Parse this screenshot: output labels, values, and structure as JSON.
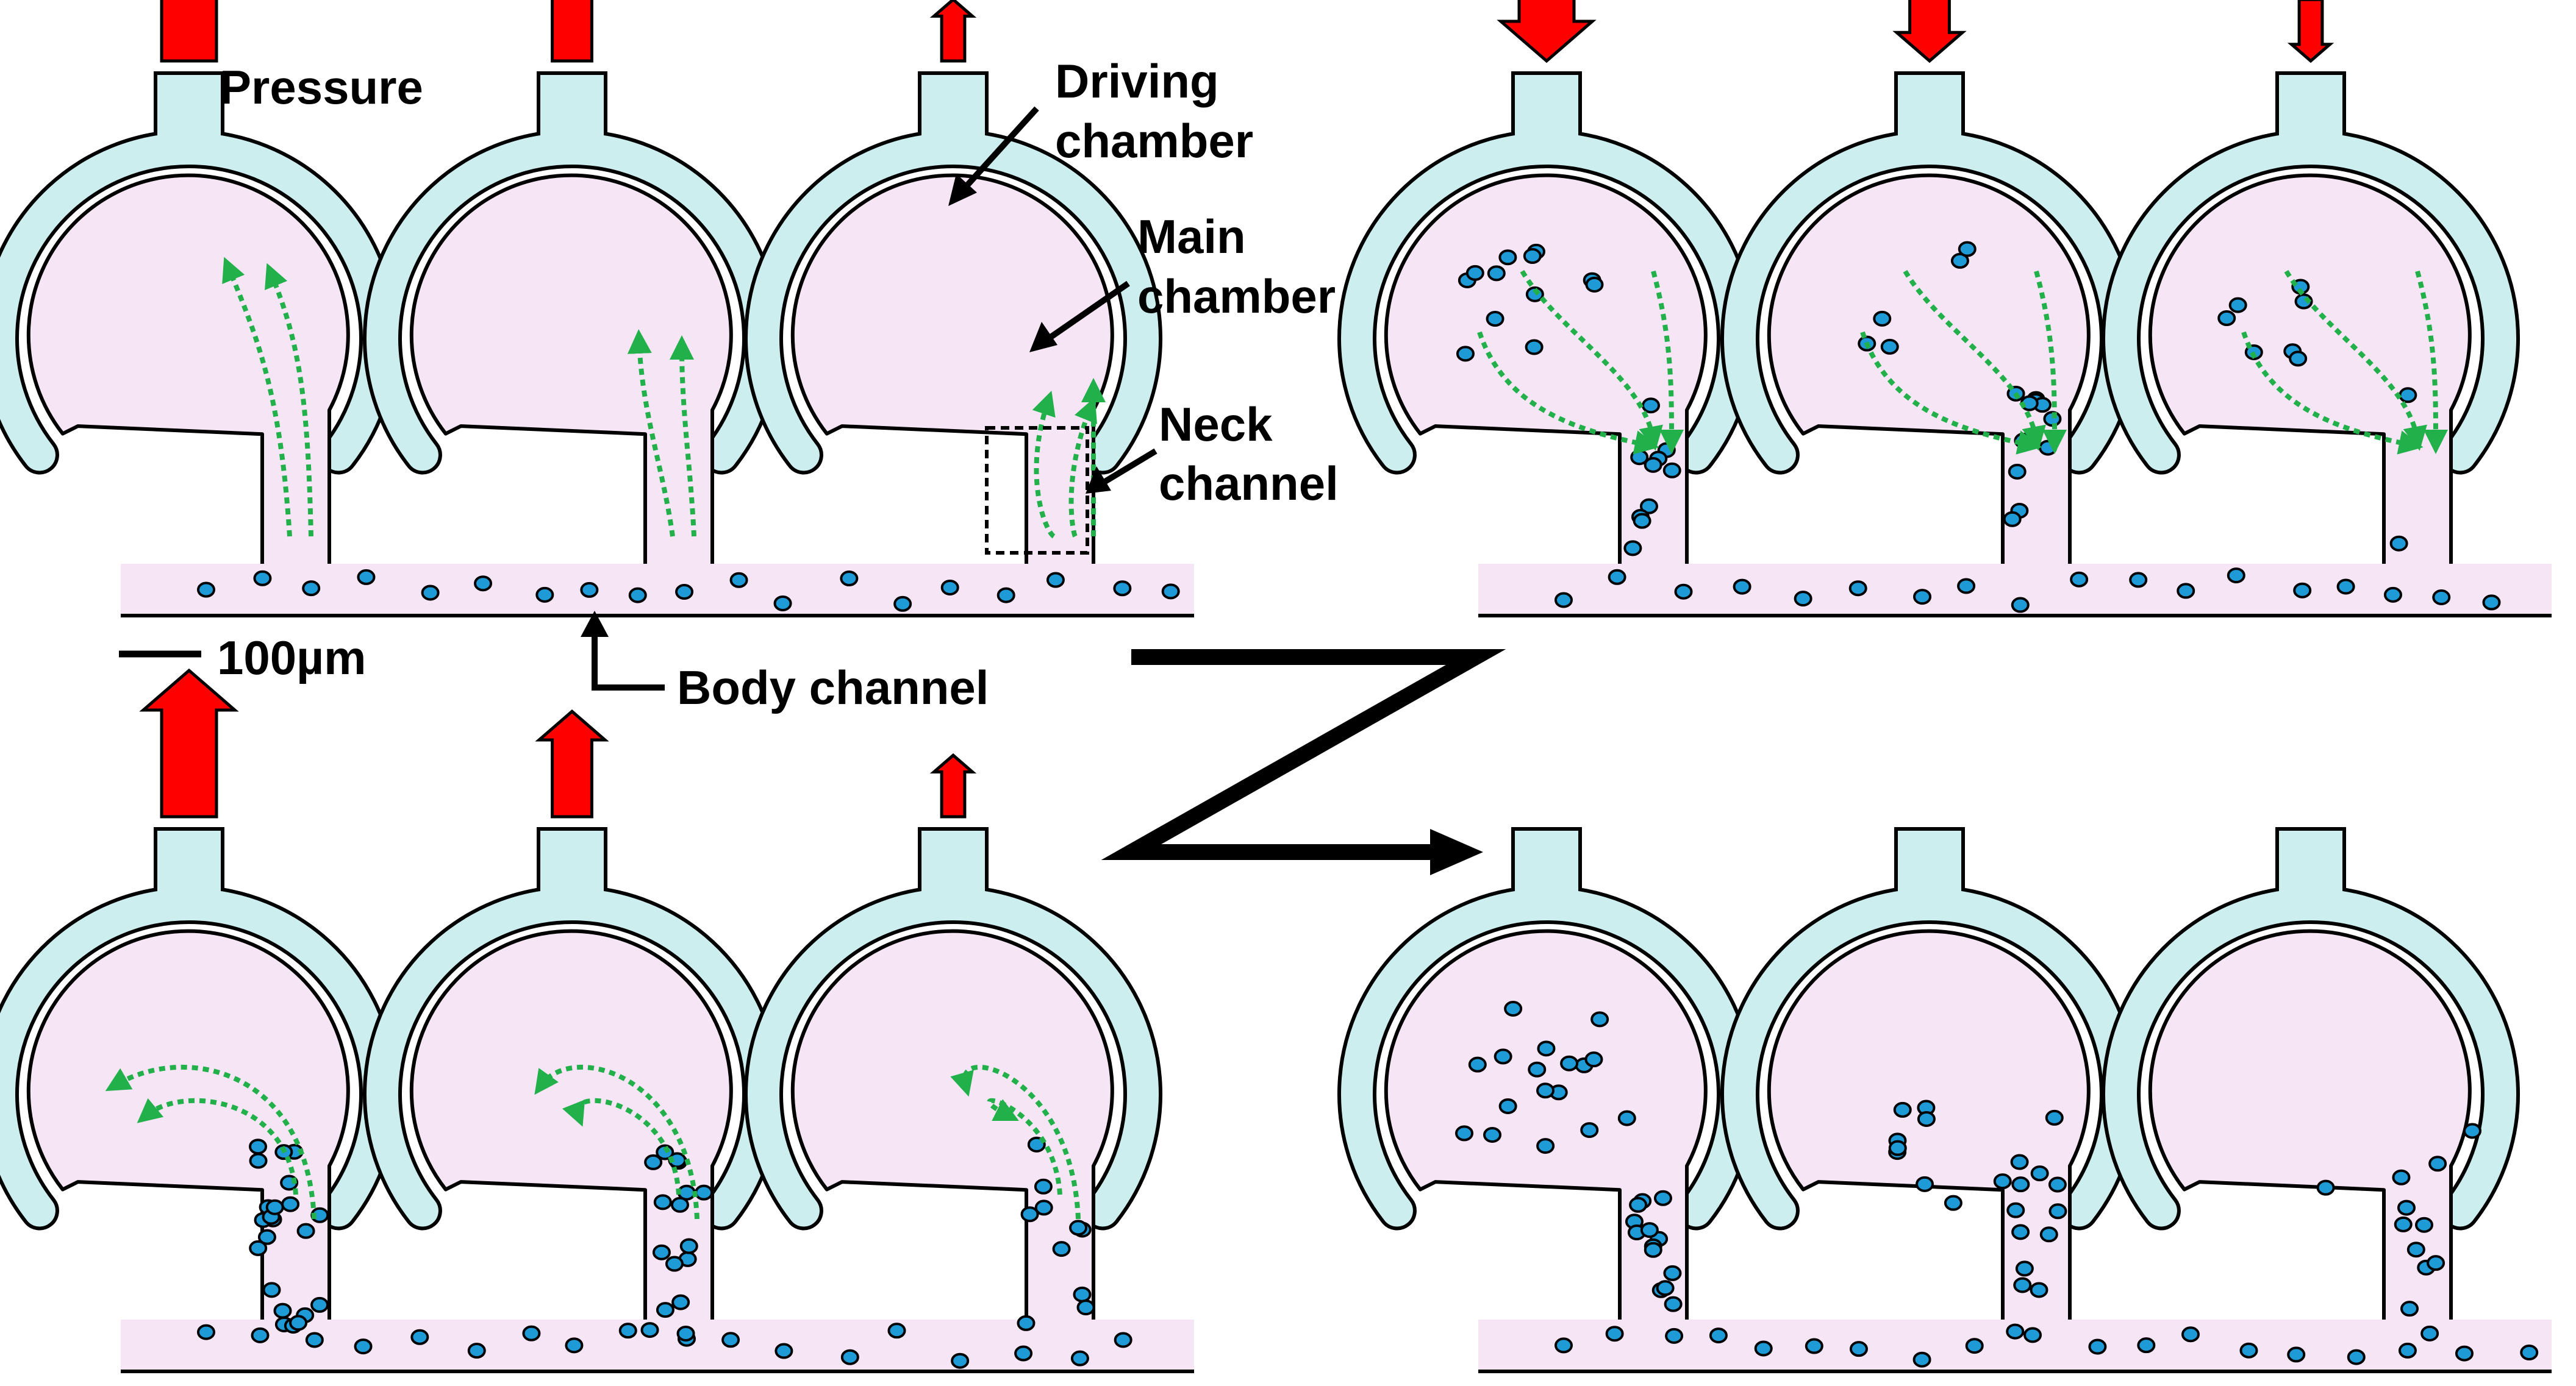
{
  "labels": {
    "pressure": "Pressure",
    "driving": "Driving",
    "driving_line2": "chamber",
    "main": "Main",
    "main_line2": "chamber",
    "neck": "Neck",
    "neck_line2": "channel",
    "body_channel": "Body channel",
    "scale": "100µm"
  },
  "colors": {
    "driving_fill": "#cdeeef",
    "main_fill": "#f6e6f5",
    "particle": "#1e9bd7",
    "flow_arrow": "#22b04a",
    "pressure_arrow": "#ff0000",
    "outline": "#000000"
  },
  "panels": [
    {
      "id": "top-left",
      "pressure": "up",
      "arrow_sizes": [
        "large",
        "medium",
        "small"
      ]
    },
    {
      "id": "top-right",
      "pressure": "down",
      "arrow_sizes": [
        "large",
        "medium",
        "small"
      ]
    },
    {
      "id": "bottom-left",
      "pressure": "up",
      "arrow_sizes": [
        "large",
        "medium",
        "small"
      ]
    },
    {
      "id": "bottom-right",
      "pressure": "none",
      "arrow_sizes": []
    }
  ],
  "icons": {
    "sequence": "z-arrow-icon"
  }
}
